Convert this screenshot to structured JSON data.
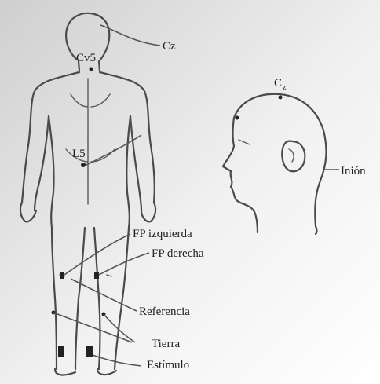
{
  "labels": {
    "cz_body": "Cz",
    "cv5": "Cv5",
    "l5": "L5",
    "cz_head_main": "C",
    "cz_head_sub": "z",
    "inion": "Inión",
    "fp_izquierda": "FP izquierda",
    "fp_derecha": "FP derecha",
    "referencia": "Referencia",
    "tierra": "Tierra",
    "estimulo": "Estímulo"
  },
  "colors": {
    "background_gradient_top": "#d9d9d9",
    "background_gradient_bottom": "#ffffff",
    "line": "#4a4a4a",
    "text": "#1f1f1f"
  }
}
